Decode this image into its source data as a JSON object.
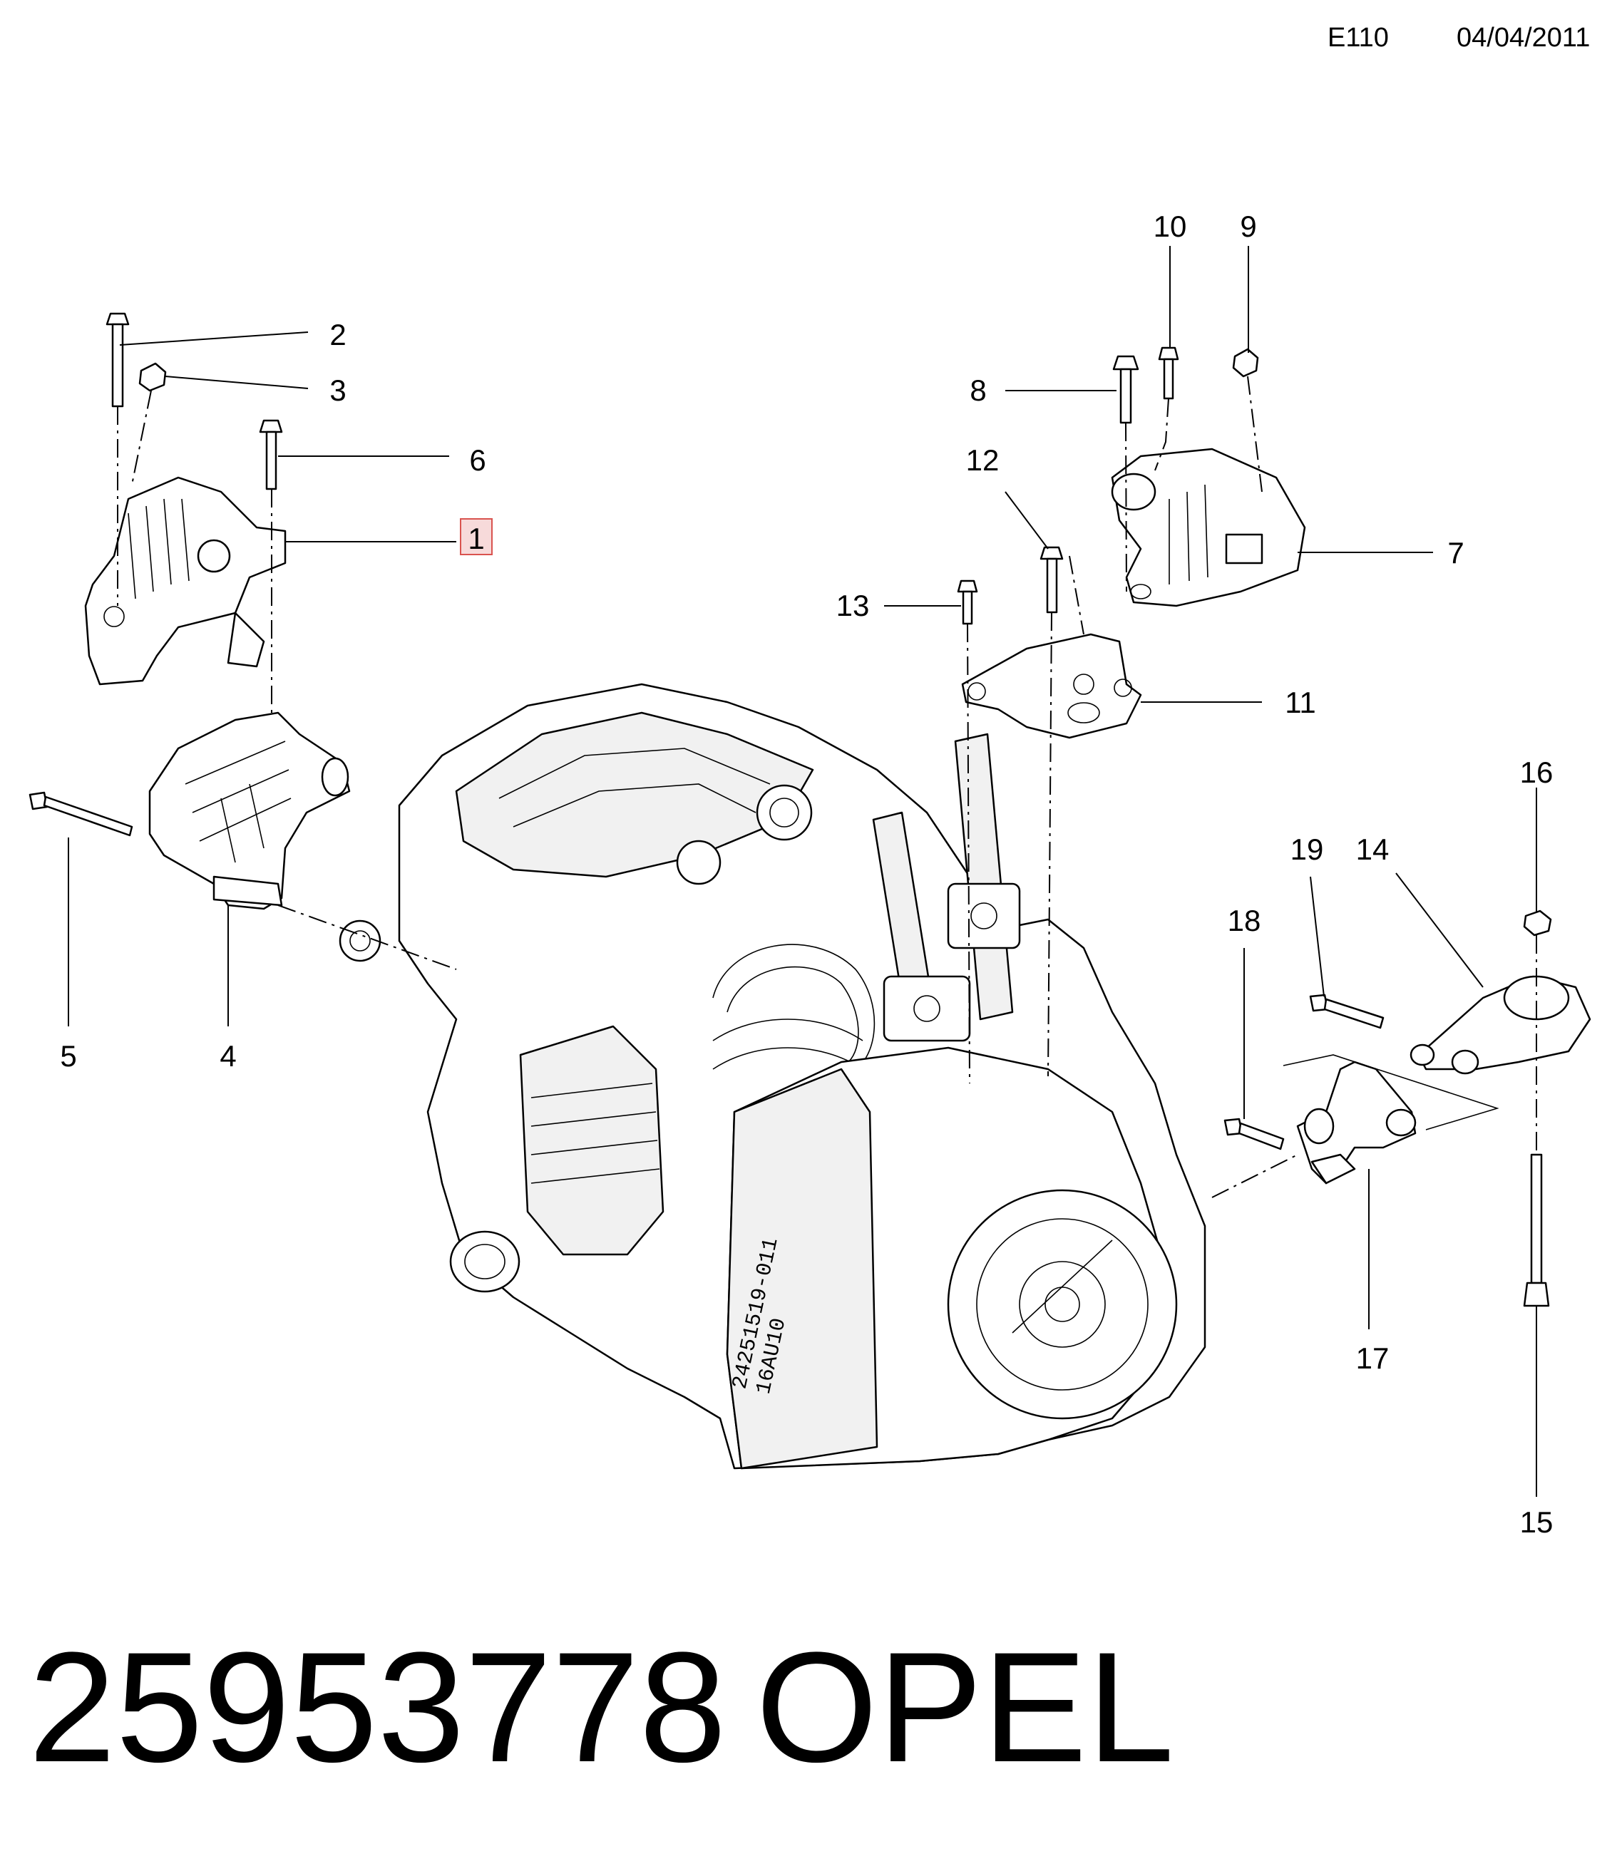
{
  "header": {
    "code": "E110",
    "date": "04/04/2011"
  },
  "callouts": {
    "c1": "1",
    "c2": "2",
    "c3": "3",
    "c4": "4",
    "c5": "5",
    "c6": "6",
    "c7": "7",
    "c8": "8",
    "c9": "9",
    "c10": "10",
    "c11": "11",
    "c12": "12",
    "c13": "13",
    "c14": "14",
    "c15": "15",
    "c16": "16",
    "c17": "17",
    "c18": "18",
    "c19": "19"
  },
  "highlighted_callout": "1",
  "engine_markings": {
    "line1": "24251519-011",
    "line2": "16AU10"
  },
  "footer": {
    "part_number": "25953778",
    "brand": "OPEL"
  }
}
